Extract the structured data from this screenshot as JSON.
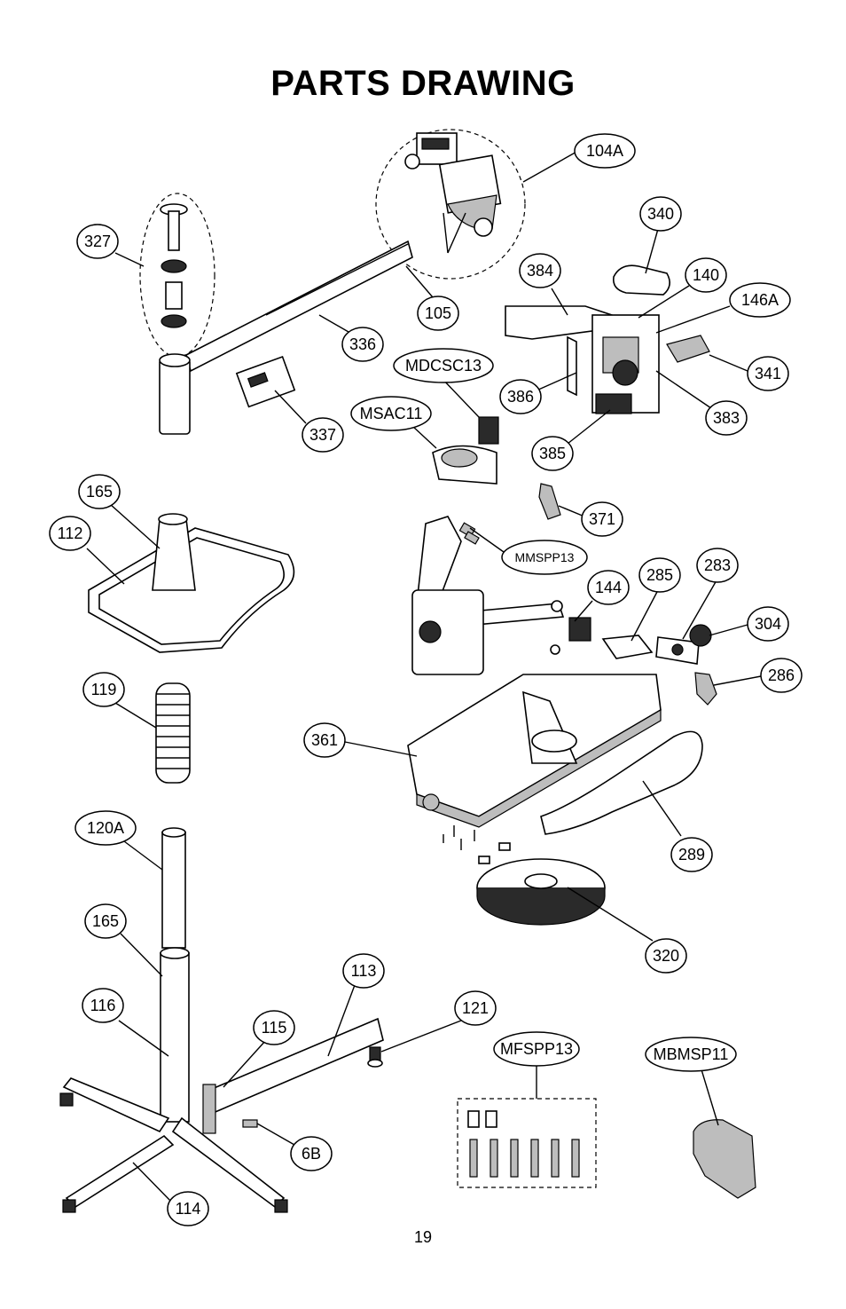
{
  "page": {
    "title": "PARTS DRAWING",
    "page_number": "19"
  },
  "callouts": [
    {
      "id": "c-104A",
      "label": "104A"
    },
    {
      "id": "c-340",
      "label": "340"
    },
    {
      "id": "c-327",
      "label": "327"
    },
    {
      "id": "c-384",
      "label": "384"
    },
    {
      "id": "c-140",
      "label": "140"
    },
    {
      "id": "c-146A",
      "label": "146A"
    },
    {
      "id": "c-105",
      "label": "105"
    },
    {
      "id": "c-336",
      "label": "336"
    },
    {
      "id": "c-MDCSC13",
      "label": "MDCSC13"
    },
    {
      "id": "c-341",
      "label": "341"
    },
    {
      "id": "c-386",
      "label": "386"
    },
    {
      "id": "c-MSAC11",
      "label": "MSAC11"
    },
    {
      "id": "c-383",
      "label": "383"
    },
    {
      "id": "c-337",
      "label": "337"
    },
    {
      "id": "c-385",
      "label": "385"
    },
    {
      "id": "c-165a",
      "label": "165"
    },
    {
      "id": "c-112",
      "label": "112"
    },
    {
      "id": "c-371",
      "label": "371"
    },
    {
      "id": "c-MMSPP13",
      "label": "MMSPP13"
    },
    {
      "id": "c-283",
      "label": "283"
    },
    {
      "id": "c-144",
      "label": "144"
    },
    {
      "id": "c-285",
      "label": "285"
    },
    {
      "id": "c-304",
      "label": "304"
    },
    {
      "id": "c-286",
      "label": "286"
    },
    {
      "id": "c-119",
      "label": "119"
    },
    {
      "id": "c-361",
      "label": "361"
    },
    {
      "id": "c-120A",
      "label": "120A"
    },
    {
      "id": "c-289",
      "label": "289"
    },
    {
      "id": "c-165b",
      "label": "165"
    },
    {
      "id": "c-320",
      "label": "320"
    },
    {
      "id": "c-113",
      "label": "113"
    },
    {
      "id": "c-116",
      "label": "116"
    },
    {
      "id": "c-121",
      "label": "121"
    },
    {
      "id": "c-115",
      "label": "115"
    },
    {
      "id": "c-MFSPP13",
      "label": "MFSPP13"
    },
    {
      "id": "c-MBMSP11",
      "label": "MBMSP11"
    },
    {
      "id": "c-6B",
      "label": "6B"
    },
    {
      "id": "c-114",
      "label": "114"
    }
  ]
}
